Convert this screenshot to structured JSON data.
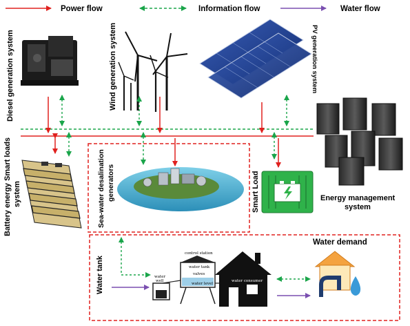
{
  "legend": {
    "power": "Power flow",
    "information": "Information flow",
    "water": "Water flow"
  },
  "components": {
    "diesel": "Diesel generation system",
    "wind": "Wind generation system",
    "pv": "PV generation system",
    "battery_line1": "Battery energy Smart loads",
    "battery_line2": "system",
    "desal_line1": "Sea-water desalination",
    "desal_line2": "generators",
    "smart_load": "Smart Load",
    "ems_line1": "Energy management",
    "ems_line2": "system",
    "water_tank": "Water tank",
    "water_demand": "Water demand"
  },
  "water_tank_labels": {
    "control_station": "control station",
    "water_tank": "water tank",
    "valves": "valves",
    "water_level": "water level",
    "water_well_1": "water",
    "water_well_2": "well",
    "water_consumer": "water consumer"
  },
  "colors": {
    "power": "#e0201e",
    "information": "#1aa54a",
    "water": "#7a4fb0",
    "box_border": "#e0201e"
  }
}
